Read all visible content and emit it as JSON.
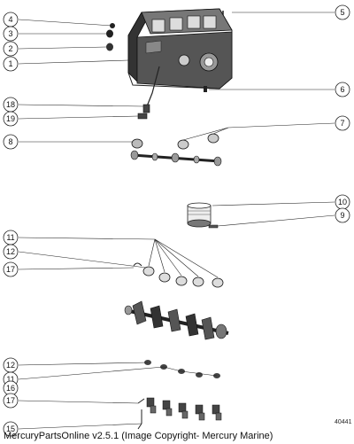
{
  "diagram": {
    "figure_number": "40441",
    "callouts": [
      {
        "id": "c5",
        "label": "5"
      },
      {
        "id": "c4",
        "label": "4"
      },
      {
        "id": "c3",
        "label": "3"
      },
      {
        "id": "c2",
        "label": "2"
      },
      {
        "id": "c1",
        "label": "1"
      },
      {
        "id": "c6",
        "label": "6"
      },
      {
        "id": "c18",
        "label": "18"
      },
      {
        "id": "c19",
        "label": "19"
      },
      {
        "id": "c7",
        "label": "7"
      },
      {
        "id": "c8",
        "label": "8"
      },
      {
        "id": "c10",
        "label": "10"
      },
      {
        "id": "c9",
        "label": "9"
      },
      {
        "id": "c11a",
        "label": "11"
      },
      {
        "id": "c12a",
        "label": "12"
      },
      {
        "id": "c17a",
        "label": "17"
      },
      {
        "id": "c12b",
        "label": "12"
      },
      {
        "id": "c11b",
        "label": "11"
      },
      {
        "id": "c16",
        "label": "16"
      },
      {
        "id": "c17b",
        "label": "17"
      },
      {
        "id": "c15",
        "label": "15"
      }
    ],
    "parts": [
      "cylinder-block",
      "crankshaft",
      "camshaft",
      "piston",
      "main-bearings",
      "rod-bearings"
    ]
  },
  "footer": {
    "text": "MercuryPartsOnline v2.5.1 (Image Copyright- Mercury Marine)"
  }
}
